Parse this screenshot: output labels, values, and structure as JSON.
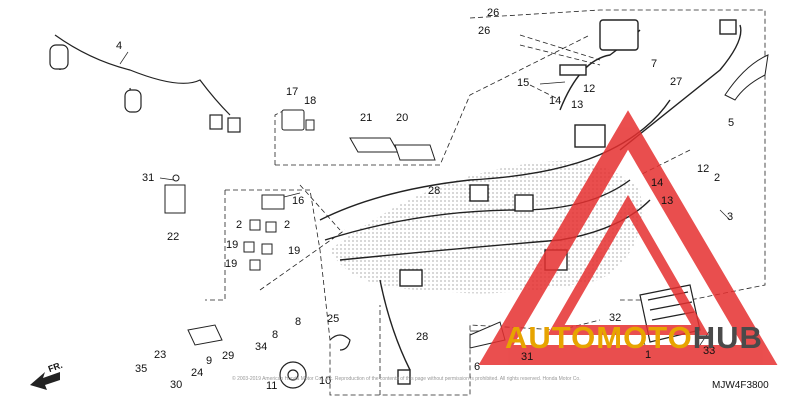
{
  "diagram": {
    "part_labels": [
      {
        "id": "p26a",
        "text": "26"
      },
      {
        "id": "p26b",
        "text": "26"
      },
      {
        "id": "p4",
        "text": "4"
      },
      {
        "id": "p7",
        "text": "7"
      },
      {
        "id": "p27",
        "text": "27"
      },
      {
        "id": "p15",
        "text": "15"
      },
      {
        "id": "p14a",
        "text": "14"
      },
      {
        "id": "p13a",
        "text": "13"
      },
      {
        "id": "p12a",
        "text": "12"
      },
      {
        "id": "p5",
        "text": "5"
      },
      {
        "id": "p17",
        "text": "17"
      },
      {
        "id": "p18",
        "text": "18"
      },
      {
        "id": "p21",
        "text": "21"
      },
      {
        "id": "p20",
        "text": "20"
      },
      {
        "id": "p31a",
        "text": "31"
      },
      {
        "id": "p16",
        "text": "16"
      },
      {
        "id": "p2a",
        "text": "2"
      },
      {
        "id": "p2b",
        "text": "2"
      },
      {
        "id": "p22",
        "text": "22"
      },
      {
        "id": "p19a",
        "text": "19"
      },
      {
        "id": "p19b",
        "text": "19"
      },
      {
        "id": "p19c",
        "text": "19"
      },
      {
        "id": "p28a",
        "text": "28"
      },
      {
        "id": "p12b",
        "text": "12"
      },
      {
        "id": "p14b",
        "text": "14"
      },
      {
        "id": "p13b",
        "text": "13"
      },
      {
        "id": "p2c",
        "text": "2"
      },
      {
        "id": "p3",
        "text": "3"
      },
      {
        "id": "p25",
        "text": "25"
      },
      {
        "id": "p28b",
        "text": "28"
      },
      {
        "id": "p8a",
        "text": "8"
      },
      {
        "id": "p8b",
        "text": "8"
      },
      {
        "id": "p23",
        "text": "23"
      },
      {
        "id": "p29",
        "text": "29"
      },
      {
        "id": "p34",
        "text": "34"
      },
      {
        "id": "p35",
        "text": "35"
      },
      {
        "id": "p9",
        "text": "9"
      },
      {
        "id": "p24",
        "text": "24"
      },
      {
        "id": "p30",
        "text": "30"
      },
      {
        "id": "p11",
        "text": "11"
      },
      {
        "id": "p10",
        "text": "10"
      },
      {
        "id": "p6",
        "text": "6"
      },
      {
        "id": "p31b",
        "text": "31"
      },
      {
        "id": "p32",
        "text": "32"
      },
      {
        "id": "p1",
        "text": "1"
      },
      {
        "id": "p33",
        "text": "33"
      }
    ],
    "direction_label": "FR.",
    "diagram_code": "MJW4F3800",
    "copyright_text": "© 2003-2019 American Honda Motor Co., Inc. Reproduction of the contents of this page without permission is prohibited. All rights reserved. Honda Motor Co.",
    "watermark": {
      "part1": "AUTOMOTO",
      "part2": "HUB",
      "color_logo": "#e63030",
      "color_text1": "#e7a400",
      "color_text2": "#4a4a4a"
    },
    "colors": {
      "line": "#222222",
      "hatch": "#777777"
    }
  }
}
